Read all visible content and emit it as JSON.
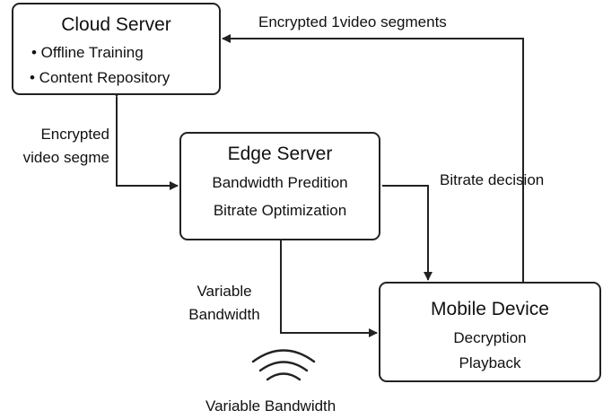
{
  "nodes": {
    "cloud": {
      "title": "Cloud Server",
      "items": [
        "• Offline Training",
        "• Content Repository"
      ]
    },
    "edge": {
      "title": "Edge Server",
      "items": [
        "Bandwidth Predition",
        "Bitrate Optimization"
      ]
    },
    "mobile": {
      "title": "Mobile Device",
      "items": [
        "Decryption",
        "Playback"
      ]
    }
  },
  "edges": {
    "mobile_to_cloud": "Encrypted 1video segments",
    "cloud_edge_line1": "Encrypted",
    "cloud_edge_line2": "video segme",
    "bitrate_decision": "Bitrate decision",
    "variable_line1": "Variable",
    "variable_line2": "Bandwidth"
  },
  "wireless": {
    "caption": "Variable Bandwidth",
    "icon": "wifi-signal-icon"
  },
  "colors": {
    "stroke": "#222222",
    "text": "#111111",
    "background": "#ffffff"
  }
}
